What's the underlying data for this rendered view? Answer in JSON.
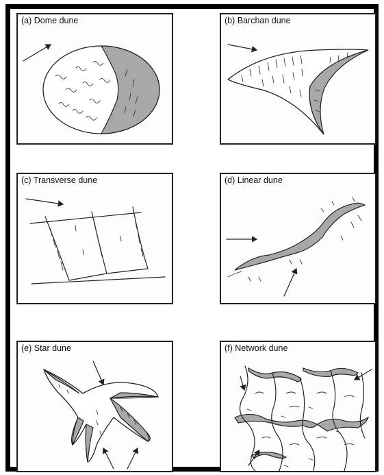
{
  "panels": [
    {
      "label": "(a) Dome dune"
    },
    {
      "label": "(b) Barchan dune"
    },
    {
      "label": "(c) Transverse dune"
    },
    {
      "label": "(d) Linear dune"
    },
    {
      "label": "(e) Star dune"
    },
    {
      "label": "(f) Network dune"
    }
  ],
  "colors": {
    "ink": "#222222",
    "shade": "#a8a8a8",
    "frame": "#000000"
  }
}
